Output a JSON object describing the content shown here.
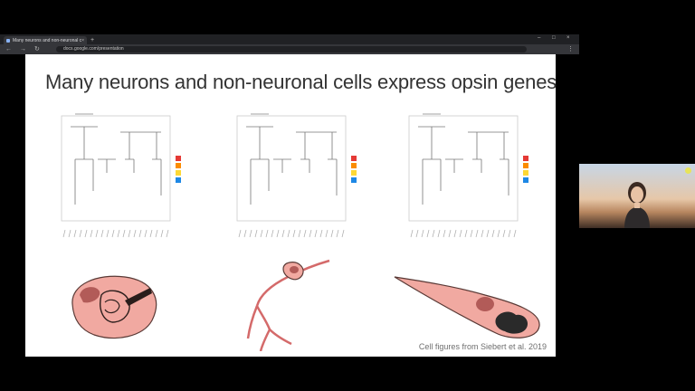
{
  "browser": {
    "tab_title": "Many neurons and non-neuronal cells express opsin genes",
    "tab_close": "×",
    "new_tab": "+",
    "minimize": "–",
    "maximize": "□",
    "close": "×",
    "back": "←",
    "forward": "→",
    "reload": "↻",
    "url": "docs.google.com/presentation",
    "menu": "⋮"
  },
  "slide": {
    "title": "Many neurons and non-neuronal cells express opsin genes",
    "caption": "Cell figures from Siebert et al. 2019"
  },
  "colors": {
    "slide_bg": "#ffffff",
    "cell_fill": "#f1a9a1",
    "cell_stroke": "#5a3a36",
    "nucleus": "#b25b58",
    "heat_red": "#e53935",
    "heat_orange": "#fb8c00",
    "heat_yellow": "#fdd835",
    "heat_blue": "#1e88e5",
    "webcam_indicator": "#e8e45a"
  }
}
